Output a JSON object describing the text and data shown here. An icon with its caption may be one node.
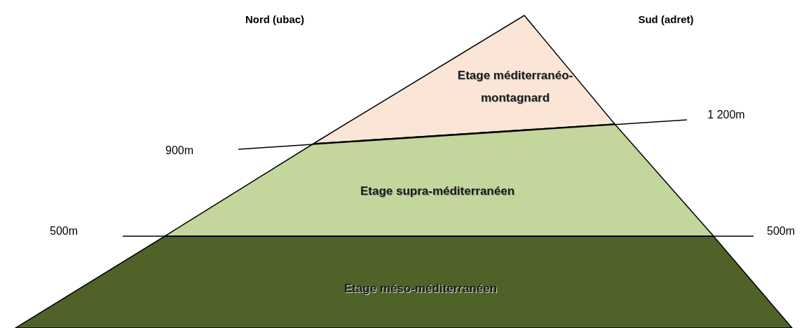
{
  "diagram": {
    "nodes": [
      {
        "text": [
          "Etage méditerranéo-montagnard"
        ]
      },
      {
        "text": [
          "Etage supra-méditerranéen"
        ]
      },
      {
        "text": [
          "Etage méso-méditerranéen"
        ]
      }
    ],
    "labels": [
      "Nord (ubac)",
      "Sud (adret)",
      "1 200m",
      "900m",
      "500m",
      "500m"
    ]
  }
}
